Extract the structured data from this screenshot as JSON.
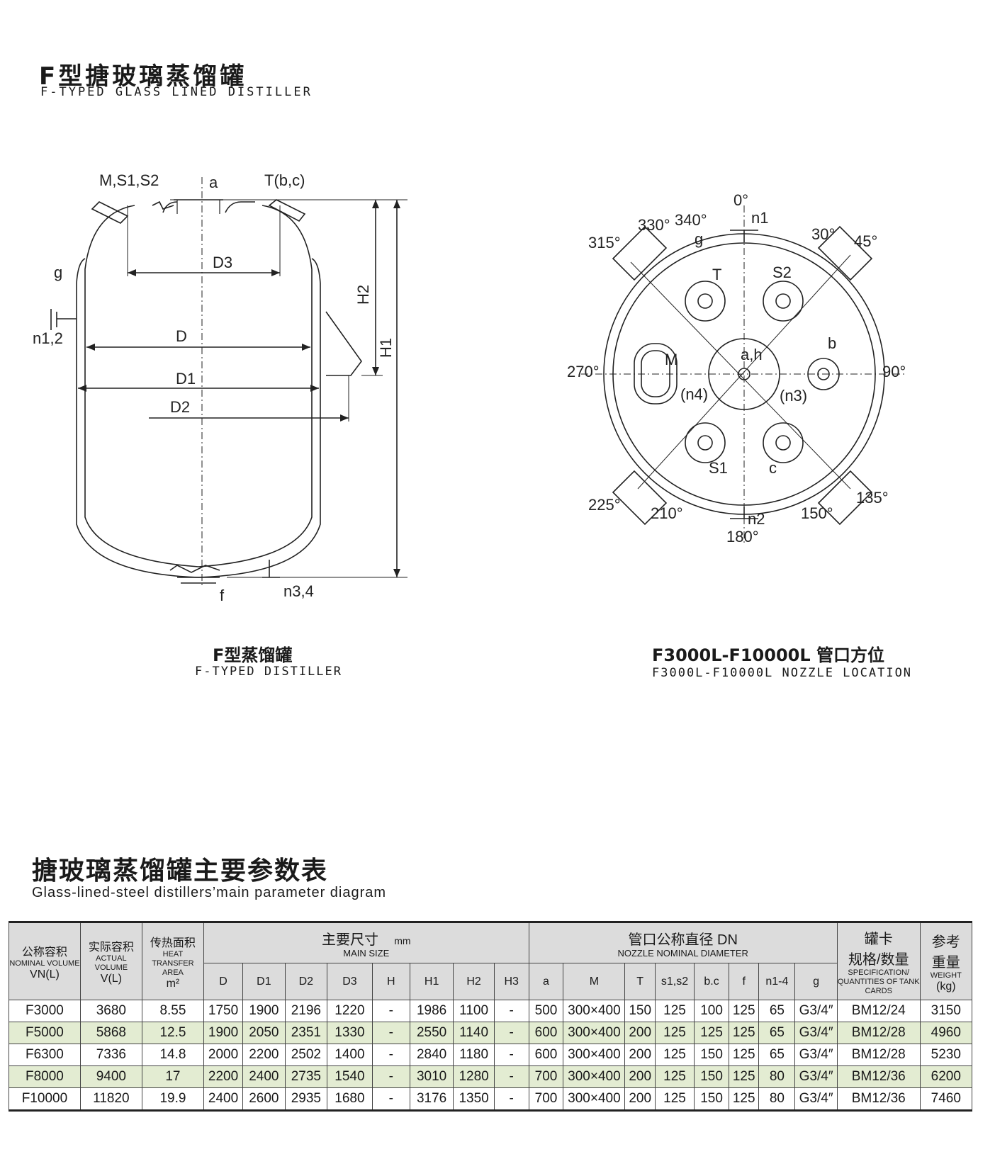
{
  "header": {
    "title_cn": "F型搪玻璃蒸馏罐",
    "title_en": "F-TYPED GLASS LINED DISTILLER"
  },
  "drawing_left": {
    "caption_cn": "F型蒸馏罐",
    "caption_en": "F-TYPED DISTILLER",
    "labels": {
      "top_left": "M,S1,S2",
      "top_center": "a",
      "top_right": "T(b,c)",
      "g": "g",
      "n12": "n1,2",
      "d3": "D3",
      "d": "D",
      "d1": "D1",
      "d2": "D2",
      "h2": "H2",
      "h1": "H1",
      "f": "f",
      "n34": "n3,4"
    }
  },
  "drawing_right": {
    "caption_cn": "F3000L-F10000L 管口方位",
    "caption_en": "F3000L-F10000L NOZZLE LOCATION",
    "labels": {
      "deg0": "0°",
      "n1": "n1",
      "deg330": "330°",
      "deg340": "340°",
      "g": "g",
      "deg315": "315°",
      "t": "T",
      "s2": "S2",
      "deg30": "30°",
      "deg45": "45°",
      "b": "b",
      "deg270": "270°",
      "m": "M",
      "ah": "a,h",
      "deg90": "90°",
      "n4": "(n4)",
      "n3": "(n3)",
      "s1": "S1",
      "c": "c",
      "deg225": "225°",
      "deg210": "210°",
      "n2": "n2",
      "deg180": "180°",
      "deg150": "150°",
      "deg135": "135°"
    }
  },
  "table": {
    "title_cn": "搪玻璃蒸馏罐主要参数表",
    "title_en": "Glass-lined-steel distillers’main parameter diagram",
    "headers": {
      "vn_cn": "公称容积",
      "vn_en": "NOMINAL VOLUME",
      "vn_sym": "VN(L)",
      "v_cn": "实际容积",
      "v_en": "ACTUAL VOLUME",
      "v_sym": "V(L)",
      "ht_cn": "传热面积",
      "ht_en": "HEAT TRANSFER AREA",
      "ht_sym": "m²",
      "main_cn": "主要尺寸",
      "main_unit": "mm",
      "main_en": "MAIN SIZE",
      "noz_cn": "管口公称直径 DN",
      "noz_en": "NOZZLE NOMINAL DIAMETER",
      "spec_cn": "罐卡",
      "spec_cn2": "规格/数量",
      "spec_en": "SPECIFICATION/ QUANTITIES OF TANK CARDS",
      "wt_cn": "参考",
      "wt_cn2": "重量",
      "wt_en": "WEIGHT",
      "wt_sym": "(kg)"
    },
    "size_cols": [
      "D",
      "D1",
      "D2",
      "D3",
      "H",
      "H1",
      "H2",
      "H3"
    ],
    "nozzle_cols": [
      "a",
      "M",
      "T",
      "s1,s2",
      "b.c",
      "f",
      "n1-4",
      "g"
    ],
    "rows": [
      [
        "F3000",
        "3680",
        "8.55",
        "1750",
        "1900",
        "2196",
        "1220",
        "-",
        "1986",
        "1100",
        "-",
        "500",
        "300×400",
        "150",
        "125",
        "100",
        "125",
        "65",
        "G3/4″",
        "BM12/24",
        "3150"
      ],
      [
        "F5000",
        "5868",
        "12.5",
        "1900",
        "2050",
        "2351",
        "1330",
        "-",
        "2550",
        "1140",
        "-",
        "600",
        "300×400",
        "200",
        "125",
        "125",
        "125",
        "65",
        "G3/4″",
        "BM12/28",
        "4960"
      ],
      [
        "F6300",
        "7336",
        "14.8",
        "2000",
        "2200",
        "2502",
        "1400",
        "-",
        "2840",
        "1180",
        "-",
        "600",
        "300×400",
        "200",
        "125",
        "150",
        "125",
        "65",
        "G3/4″",
        "BM12/28",
        "5230"
      ],
      [
        "F8000",
        "9400",
        "17",
        "2200",
        "2400",
        "2735",
        "1540",
        "-",
        "3010",
        "1280",
        "-",
        "700",
        "300×400",
        "200",
        "125",
        "150",
        "125",
        "80",
        "G3/4″",
        "BM12/36",
        "6200"
      ],
      [
        "F10000",
        "11820",
        "19.9",
        "2400",
        "2600",
        "2935",
        "1680",
        "-",
        "3176",
        "1350",
        "-",
        "700",
        "300×400",
        "200",
        "125",
        "150",
        "125",
        "80",
        "G3/4″",
        "BM12/36",
        "7460"
      ]
    ]
  }
}
